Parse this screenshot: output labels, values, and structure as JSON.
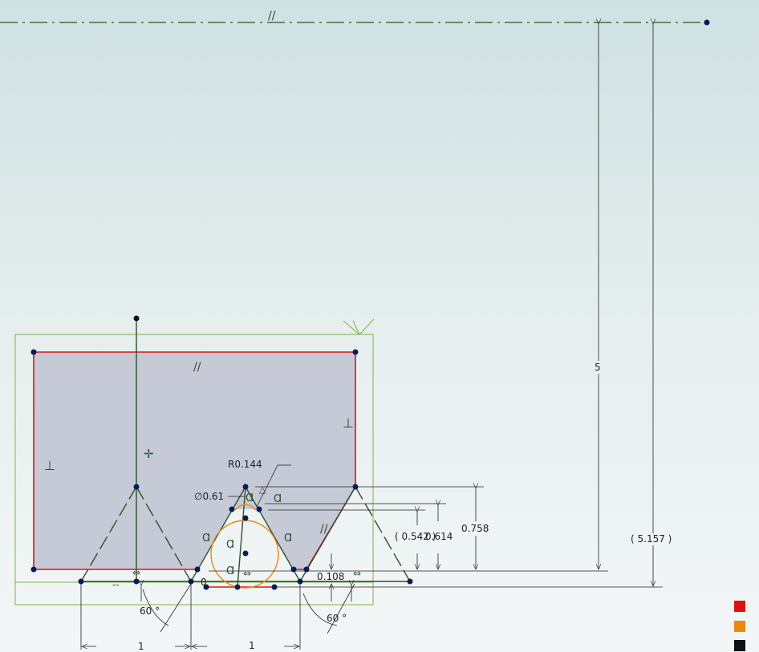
{
  "dimensions": {
    "total_height": "5",
    "total_height_ref": "( 5.157 )",
    "radius": "R0.144",
    "diameter": "∅0.61",
    "height_758": "0.758",
    "height_ref_542": "( 0.542 )",
    "height_614": "0.614",
    "offset_108": "0.108",
    "angle_left": "60 °",
    "angle_right": "60 °",
    "pitch_left": "1",
    "pitch_right": "1",
    "small_zero": "0"
  },
  "legend": {
    "colors": [
      "#e01010",
      "#e88a10",
      "#111111"
    ]
  },
  "colors": {
    "geometry": "#2f4f2f",
    "boundary": "#e01010",
    "construction": "#e88a10",
    "point": "#0a1a5a",
    "fill": "#c5cad6",
    "frame": "#7fb24a"
  }
}
